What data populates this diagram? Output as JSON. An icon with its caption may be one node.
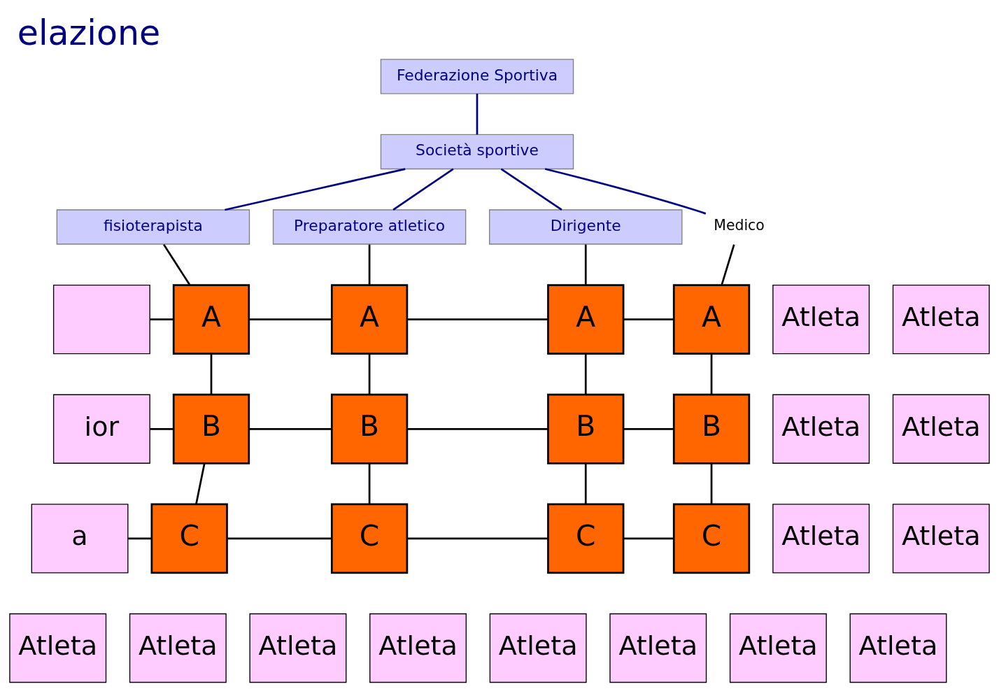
{
  "diagram": {
    "title": "elazione",
    "nodes": [
      {
        "text": [
          "Federazione Sportiva"
        ]
      },
      {
        "text": [
          "Società sportive"
        ]
      },
      {
        "text": [
          "fisioterapista"
        ]
      },
      {
        "text": [
          "Preparatore atletico"
        ]
      },
      {
        "text": [
          "Dirigente"
        ]
      },
      {
        "text": [
          "Medico"
        ]
      },
      {
        "text": [
          "A"
        ]
      },
      {
        "text": [
          "A"
        ]
      },
      {
        "text": [
          "A"
        ]
      },
      {
        "text": [
          "A"
        ]
      },
      {
        "text": [
          "B"
        ]
      },
      {
        "text": [
          "B"
        ]
      },
      {
        "text": [
          "B"
        ]
      },
      {
        "text": [
          "B"
        ]
      },
      {
        "text": [
          "C"
        ]
      },
      {
        "text": [
          "C"
        ]
      },
      {
        "text": [
          "C"
        ]
      },
      {
        "text": [
          "C"
        ]
      },
      {
        "text": [],
        "shape": "box"
      },
      {
        "text": [
          "ior"
        ]
      },
      {
        "text": [
          "a"
        ]
      },
      {
        "text": [
          "Atleta"
        ]
      },
      {
        "text": [
          "Atleta"
        ]
      },
      {
        "text": [
          "Atleta"
        ]
      },
      {
        "text": [
          "Atleta"
        ]
      },
      {
        "text": [
          "Atleta"
        ]
      },
      {
        "text": [
          "Atleta"
        ]
      },
      {
        "text": [
          "Atleta"
        ]
      },
      {
        "text": [
          "Atleta"
        ]
      },
      {
        "text": [
          "Atleta"
        ]
      },
      {
        "text": [
          "Atleta"
        ]
      },
      {
        "text": [
          "Atleta"
        ]
      },
      {
        "text": [
          "Atleta"
        ]
      },
      {
        "text": [
          "Atleta"
        ]
      },
      {
        "text": [
          "Atleta"
        ]
      }
    ],
    "edges": [
      {
        "from": 0,
        "to": 1,
        "arrow": "none",
        "color": "#000080"
      },
      {
        "from": 1,
        "to": 2,
        "arrow": "none",
        "color": "#000080"
      },
      {
        "from": 1,
        "to": 3,
        "arrow": "none",
        "color": "#000080"
      },
      {
        "from": 1,
        "to": 4,
        "arrow": "none",
        "color": "#000080"
      },
      {
        "from": 1,
        "to": 5,
        "arrow": "none",
        "color": "#000080"
      },
      {
        "from": 2,
        "to": 6,
        "arrow": "none"
      },
      {
        "from": 3,
        "to": 7,
        "arrow": "none"
      },
      {
        "from": 4,
        "to": 8,
        "arrow": "none"
      },
      {
        "from": 5,
        "to": 9,
        "arrow": "none"
      },
      {
        "from": 6,
        "to": 10,
        "arrow": "none"
      },
      {
        "from": 7,
        "to": 11,
        "arrow": "none"
      },
      {
        "from": 8,
        "to": 12,
        "arrow": "none"
      },
      {
        "from": 9,
        "to": 13,
        "arrow": "none"
      },
      {
        "from": 10,
        "to": 14,
        "arrow": "none"
      },
      {
        "from": 11,
        "to": 15,
        "arrow": "none"
      },
      {
        "from": 12,
        "to": 16,
        "arrow": "none"
      },
      {
        "from": 13,
        "to": 17,
        "arrow": "none"
      },
      {
        "from": 18,
        "to": 6,
        "arrow": "none"
      },
      {
        "from": 6,
        "to": 7,
        "arrow": "none"
      },
      {
        "from": 7,
        "to": 8,
        "arrow": "none"
      },
      {
        "from": 8,
        "to": 9,
        "arrow": "none"
      },
      {
        "from": 19,
        "to": 10,
        "arrow": "none"
      },
      {
        "from": 10,
        "to": 11,
        "arrow": "none"
      },
      {
        "from": 11,
        "to": 12,
        "arrow": "none"
      },
      {
        "from": 12,
        "to": 13,
        "arrow": "none"
      },
      {
        "from": 20,
        "to": 14,
        "arrow": "none"
      },
      {
        "from": 14,
        "to": 15,
        "arrow": "none"
      },
      {
        "from": 15,
        "to": 16,
        "arrow": "none"
      },
      {
        "from": 16,
        "to": 17,
        "arrow": "none"
      }
    ]
  }
}
